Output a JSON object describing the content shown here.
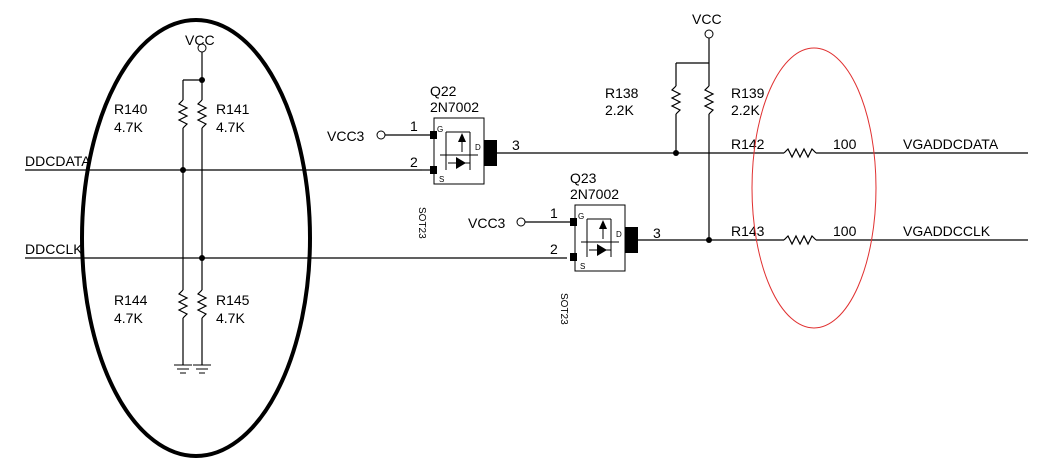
{
  "nets": {
    "vcc": "VCC",
    "vcc3": "VCC3",
    "ddcdata": "DDCDATA",
    "ddcclk": "DDCCLK",
    "vgaddcdata": "VGADDCDATA",
    "vgaddcclk": "VGADDCCLK"
  },
  "resistors": {
    "r140": {
      "ref": "R140",
      "value": "4.7K"
    },
    "r141": {
      "ref": "R141",
      "value": "4.7K"
    },
    "r144": {
      "ref": "R144",
      "value": "4.7K"
    },
    "r145": {
      "ref": "R145",
      "value": "4.7K"
    },
    "r138": {
      "ref": "R138",
      "value": "2.2K"
    },
    "r139": {
      "ref": "R139",
      "value": "2.2K"
    },
    "r142": {
      "ref": "R142",
      "value": "100"
    },
    "r143": {
      "ref": "R143",
      "value": "100"
    }
  },
  "transistors": {
    "q22": {
      "ref": "Q22",
      "part": "2N7002",
      "package": "SOT23"
    },
    "q23": {
      "ref": "Q23",
      "part": "2N7002",
      "package": "SOT23"
    }
  },
  "pins": {
    "p1": "1",
    "p2": "2",
    "p3": "3",
    "g": "G",
    "d": "D",
    "s": "S"
  },
  "highlight_colors": {
    "left_ellipse": "#000000",
    "right_ellipse": "#e03030"
  }
}
